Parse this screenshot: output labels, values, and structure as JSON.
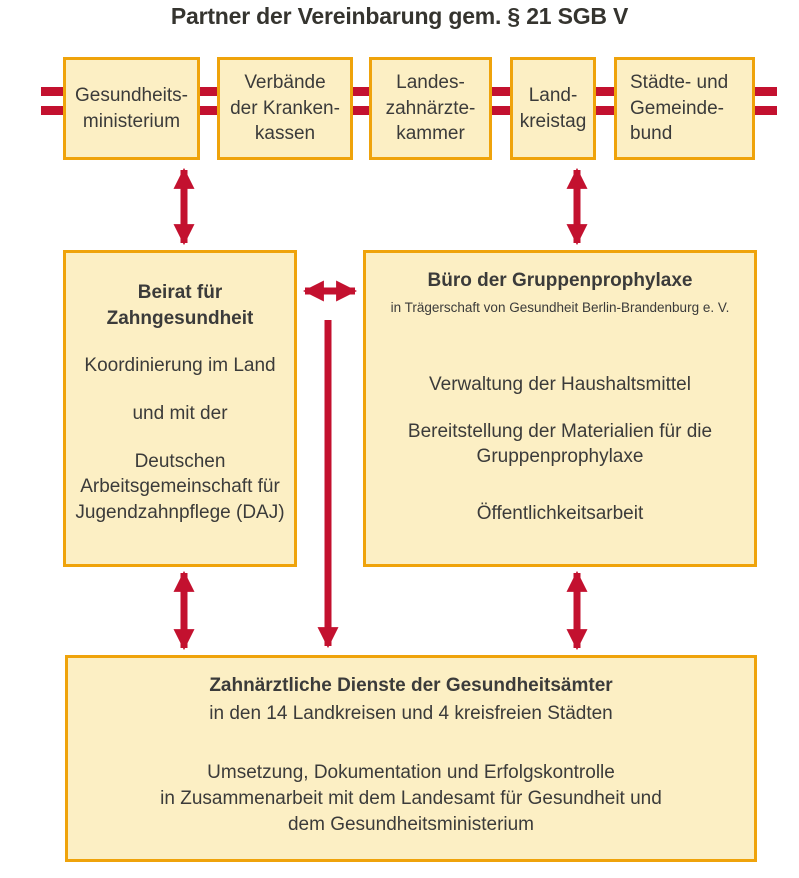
{
  "title": "Partner der Vereinbarung gem. § 21 SGB V",
  "colors": {
    "arrow_red": "#C3112F",
    "box_border": "#EFA30B",
    "box_fill": "#FCEFC4",
    "text_color": "#3B3B3A"
  },
  "top_boxes": [
    {
      "label": "Gesundheits-\nministerium"
    },
    {
      "label": "Verbände\nder Kranken-\nkassen"
    },
    {
      "label": "Landes-\nzahnärzte-\nkammer"
    },
    {
      "label": "Land-\nkreistag"
    },
    {
      "label": "Städte- und\nGemeinde-\nbund"
    }
  ],
  "beirat": {
    "title": "Beirat für\nZahngesundheit",
    "p1": "Koordinierung im Land",
    "p2": "und mit der",
    "p3": "Deutschen\nArbeitsgemeinschaft für\nJugendzahnpflege (DAJ)"
  },
  "buero": {
    "title": "Büro der Gruppenprophylaxe",
    "subtitle": "in Trägerschaft von Gesundheit Berlin-Brandenburg e. V.",
    "p1": "Verwaltung der Haushaltsmittel",
    "p2": "Bereitstellung der Materialien für die\nGruppenprophylaxe",
    "p3": "Öffentlichkeitsarbeit"
  },
  "dienste": {
    "title": "Zahnärztliche Dienste der Gesundheitsämter",
    "subtitle": "in den 14 Landkreisen und 4 kreisfreien Städten",
    "body": "Umsetzung, Dokumentation und Erfolgskontrolle\nin Zusammenarbeit mit dem Landesamt für Gesundheit und\ndem Gesundheitsministerium"
  }
}
